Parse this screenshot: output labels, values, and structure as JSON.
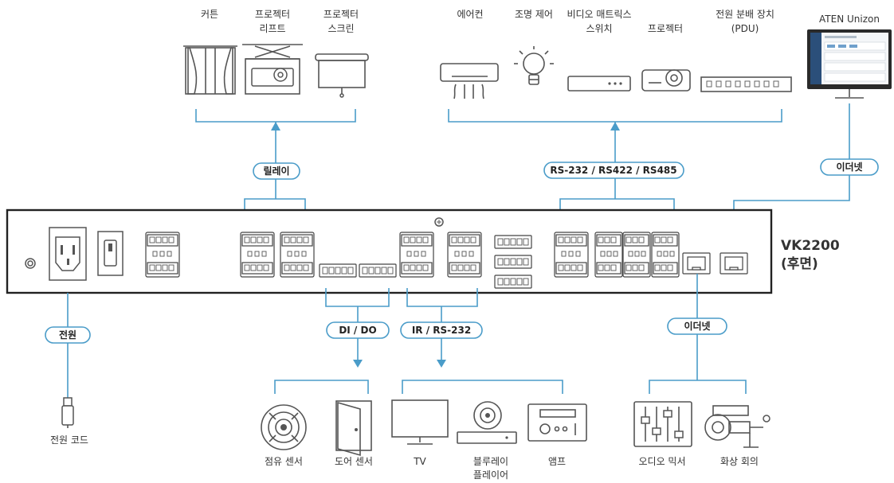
{
  "top_devices": {
    "curtain": "커튼",
    "projector_lift_1": "프로젝터",
    "projector_lift_2": "리프트",
    "projector_screen_1": "프로젝터",
    "projector_screen_2": "스크린",
    "aircon": "에어컨",
    "lighting": "조명 제어",
    "matrix_1": "비디오 매트릭스",
    "matrix_2": "스위치",
    "projector": "프로젝터",
    "pdu_1": "전원 분배 장치",
    "pdu_2": "(PDU)",
    "unizon": "ATEN Unizon"
  },
  "connections": {
    "relay": "릴레이",
    "serial": "RS-232 / RS422 / RS485",
    "ethernet_top": "이더넷",
    "power": "전원",
    "di_do": "DI / DO",
    "ir_rs232": "IR / RS-232",
    "ethernet_bottom": "이더넷"
  },
  "device_panel": {
    "model": "VK2200",
    "side": "(후면)"
  },
  "bottom_devices": {
    "power_cord": "전원 코드",
    "occupancy": "점유 센서",
    "door": "도어 센서",
    "tv": "TV",
    "bluray_1": "블루레이",
    "bluray_2": "플레이어",
    "amp": "앰프",
    "mixer": "오디오 믹서",
    "conference": "화상 회의"
  },
  "colors": {
    "connector_line": "#4a9cc9",
    "device_stroke": "#555555"
  }
}
